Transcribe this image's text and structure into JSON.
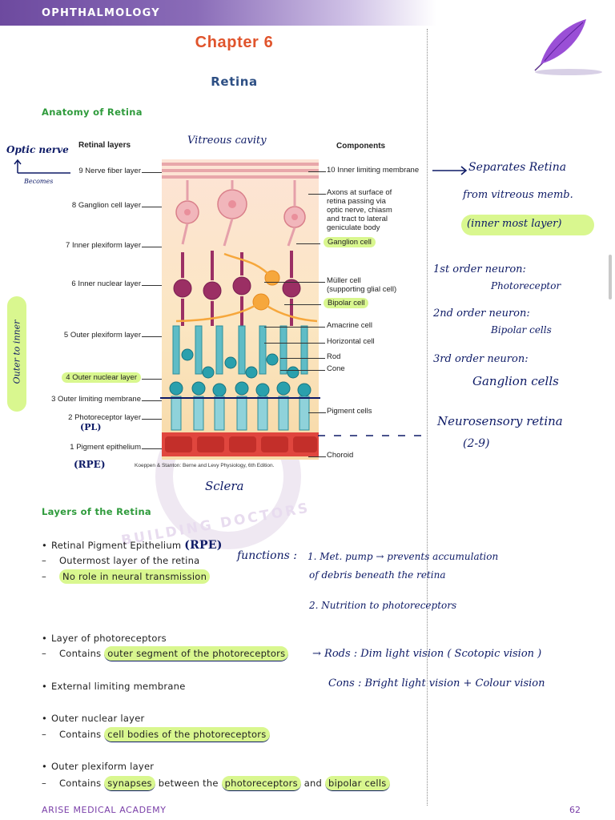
{
  "header": {
    "title": "OPHTHALMOLOGY"
  },
  "chapter": "Chapter 6",
  "section": "Retina",
  "anatomy_heading": "Anatomy of Retina",
  "figure": {
    "left_heading": "Retinal layers",
    "right_heading": "Components",
    "layers": [
      "9 Nerve fiber layer",
      "8 Ganglion cell layer",
      "7 Inner plexiform layer",
      "6 Inner nuclear layer",
      "5 Outer plexiform layer",
      "4 Outer nuclear layer",
      "3 Outer limiting membrane",
      "2 Photoreceptor layer",
      "1 Pigment epithelium"
    ],
    "components": [
      "10 Inner limiting membrane",
      "Axons at surface of",
      "retina passing via",
      "optic nerve, chiasm",
      "and tract to lateral",
      "geniculate body",
      "Ganglion cell",
      "Müller cell",
      "(supporting glial cell)",
      "Bipolar cell",
      "Amacrine cell",
      "Horizontal cell",
      "Rod",
      "Cone",
      "Pigment cells",
      "Choroid"
    ],
    "credit": "Koeppen & Stanton: Berne and Levy Physiology, 6th Edition.",
    "handwritten": {
      "vitreous": "Vitreous cavity",
      "optic_nerve": "Optic nerve",
      "becomes": "Becomes",
      "outer_to_inner": "Outer to inner",
      "pl": "(PL)",
      "rpe": "(RPE)",
      "sclera": "Sclera",
      "separates_1": "Separates Retina",
      "separates_2": "from vitreous memb.",
      "innermost": "(inner most layer)",
      "first_order_1": "1st order neuron:",
      "first_order_2": "Photoreceptor",
      "second_order_1": "2nd order neuron:",
      "second_order_2": "Bipolar cells",
      "third_order_1": "3rd order neuron:",
      "third_order_2": "Ganglion cells",
      "neurosensory_1": "Neurosensory retina",
      "neurosensory_2": "(2-9)"
    }
  },
  "layers_heading": "Layers of the Retina",
  "items": {
    "rpe": {
      "bullet": "•",
      "text": "Retinal Pigment Epithelium",
      "hand": "(RPE)"
    },
    "rpe_sub1": {
      "dash": "–",
      "text": "Outermost layer of the retina"
    },
    "rpe_sub2": {
      "dash": "–",
      "text": "No role in neural transmission"
    },
    "functions": {
      "label": "functions :",
      "f1a": "1. Met. pump → prevents accumulation",
      "f1b": "of debris beneath the retina",
      "f2": "2. Nutrition to photoreceptors"
    },
    "photo": {
      "bullet": "•",
      "text": "Layer of photoreceptors"
    },
    "photo_sub": {
      "dash": "–",
      "prefix": "Contains",
      "hl": "outer segment of the photoreceptors"
    },
    "rods_note": "→ Rods : Dim light vision ( Scotopic vision )",
    "cons_note": "Cons : Bright light vision + Colour vision",
    "elm": {
      "bullet": "•",
      "text": "External limiting membrane"
    },
    "onl": {
      "bullet": "•",
      "text": "Outer nuclear layer"
    },
    "onl_sub": {
      "dash": "–",
      "prefix": "Contains",
      "hl": "cell bodies of the photoreceptors"
    },
    "opl": {
      "bullet": "•",
      "text": "Outer plexiform layer"
    },
    "opl_sub": {
      "dash": "–",
      "prefix": "Contains",
      "hl1": "synapses",
      "mid1": "between the",
      "hl2": "photoreceptors",
      "mid2": "and",
      "hl3": "bipolar cells"
    }
  },
  "watermark": "BUILDING DOCTORS",
  "footer": {
    "left": "ARISE MEDICAL ACADEMY",
    "page": "62"
  },
  "colors": {
    "accent": "#e0542c",
    "heading_blue": "#2d4f84",
    "heading_green": "#2f9b3c",
    "highlight": "#d9f78f",
    "ink": "#0d1a66",
    "footer": "#7a3fa8"
  }
}
